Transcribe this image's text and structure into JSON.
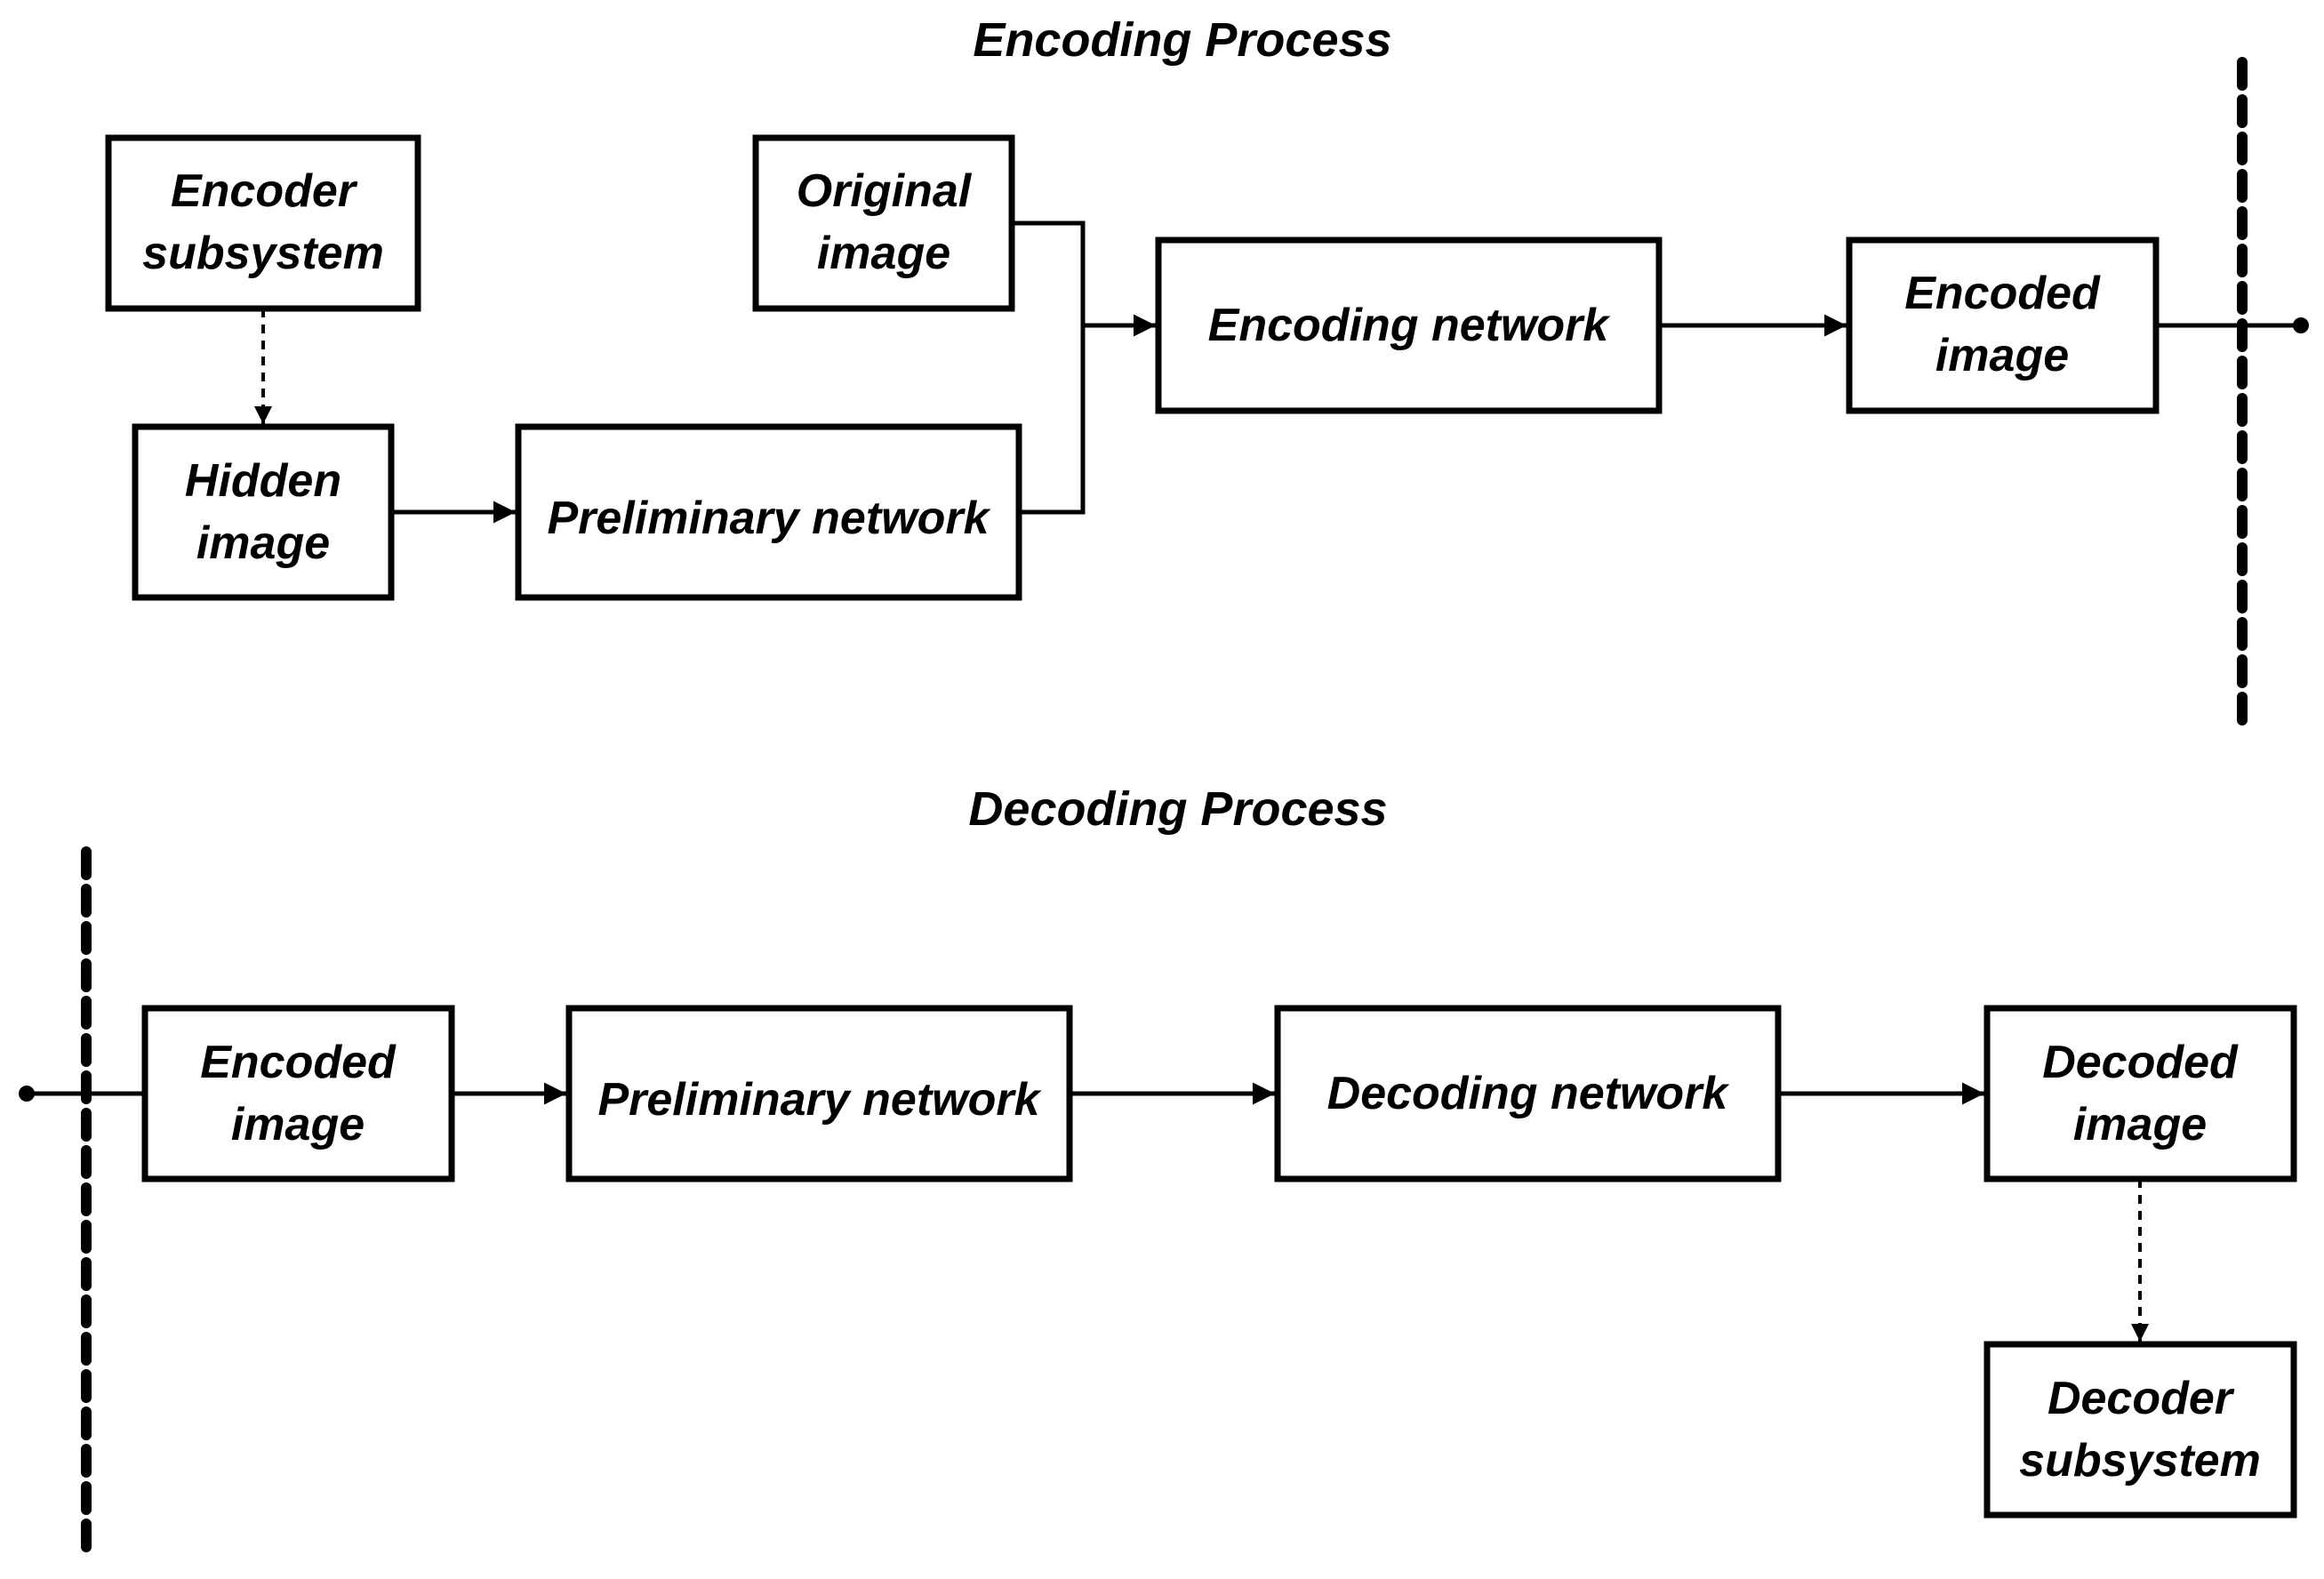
{
  "encoding": {
    "title": "Encoding Process",
    "encoder_subsystem": [
      "Encoder",
      "subsystem"
    ],
    "hidden_image": [
      "Hidden",
      "image"
    ],
    "original_image": [
      "Original",
      "image"
    ],
    "preliminary_network": "Preliminary network",
    "encoding_network": "Encoding network",
    "encoded_image": [
      "Encoded",
      "image"
    ]
  },
  "decoding": {
    "title": "Decoding Process",
    "encoded_image": [
      "Encoded",
      "image"
    ],
    "preliminary_network": "Preliminary network",
    "decoding_network": "Decoding network",
    "decoded_image": [
      "Decoded",
      "image"
    ],
    "decoder_subsystem": [
      "Decoder",
      "subsystem"
    ]
  }
}
